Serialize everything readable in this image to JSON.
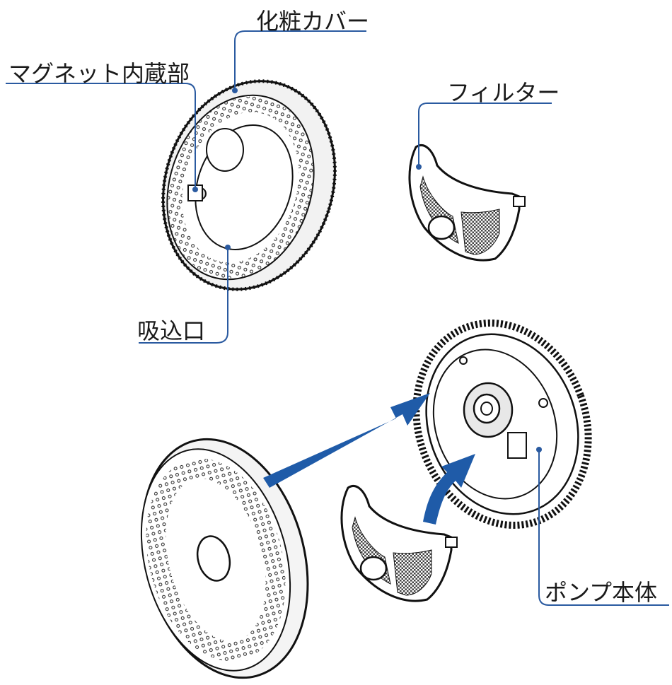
{
  "labels": {
    "cover": "化粧カバー",
    "magnet": "マグネット内蔵部",
    "filter": "フィルター",
    "intake": "吸込口",
    "pump": "ポンプ本体"
  },
  "colors": {
    "leader": "#2a5aa0",
    "arrow": "#1f5ba8",
    "outline": "#111111",
    "mesh": "#555555",
    "grey": "#d8d8d8"
  }
}
